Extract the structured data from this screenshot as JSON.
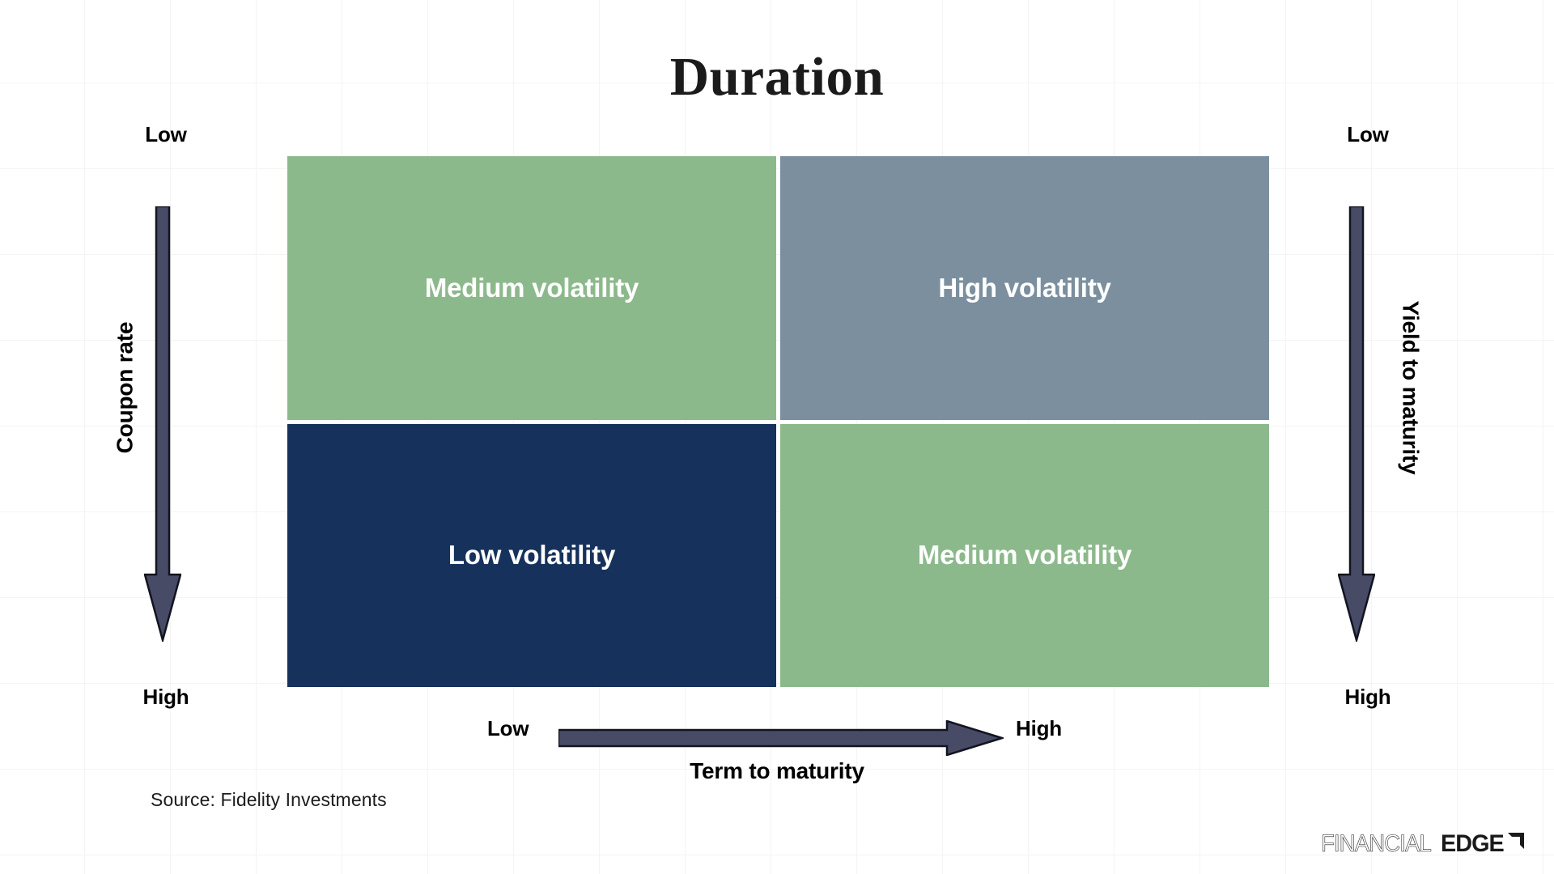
{
  "chart_data": {
    "type": "table",
    "title": "Duration",
    "xlabel": "Term to maturity",
    "ylabel": "Coupon rate",
    "y2label": "Yield to maturity",
    "x_axis": {
      "low": "Low",
      "high": "High",
      "direction": "left-to-right"
    },
    "y_axis_left": {
      "low": "Low",
      "high": "High",
      "direction": "top-to-bottom"
    },
    "y_axis_right": {
      "low": "Low",
      "high": "High",
      "direction": "top-to-bottom"
    },
    "row_labels": [
      "Low coupon rate / Low yield to maturity",
      "High coupon rate / High yield to maturity"
    ],
    "col_labels": [
      "Low term to maturity",
      "High term to maturity"
    ],
    "cells": [
      [
        {
          "value": "Medium volatility",
          "color": "#8CB98B"
        },
        {
          "value": "High volatility",
          "color": "#7B8F9E"
        }
      ],
      [
        {
          "value": "Low volatility",
          "color": "#16315C"
        },
        {
          "value": "Medium volatility",
          "color": "#8CB98B"
        }
      ]
    ],
    "source": "Source: Fidelity Investments",
    "grid": true,
    "legend": "none"
  },
  "title": "Duration",
  "matrix": {
    "cells": [
      {
        "label": "Medium volatility",
        "color": "#8CB98B"
      },
      {
        "label": "High volatility",
        "color": "#7B8F9E"
      },
      {
        "label": "Low volatility",
        "color": "#16315C"
      },
      {
        "label": "Medium volatility",
        "color": "#8CB98B"
      }
    ]
  },
  "axis_left": {
    "name": "Coupon rate",
    "low": "Low",
    "high": "High",
    "arrow_color": "#474B66",
    "arrow_stroke": "#121421"
  },
  "axis_right": {
    "name": "Yield to maturity",
    "low": "Low",
    "high": "High",
    "arrow_color": "#474B66",
    "arrow_stroke": "#121421"
  },
  "axis_bottom": {
    "name": "Term to maturity",
    "low": "Low",
    "high": "High",
    "arrow_color": "#474B66",
    "arrow_stroke": "#121421"
  },
  "source": "Source: Fidelity Investments",
  "logo": {
    "thin": "FINANCIAL",
    "bold": "EDGE"
  },
  "colors": {
    "background": "#ffffff",
    "grid_line": "#f4f4f4",
    "green": "#8CB98B",
    "slate_blue": "#7B8F9E",
    "navy": "#16315C",
    "arrow": "#474B66",
    "text_dark": "#000000"
  }
}
